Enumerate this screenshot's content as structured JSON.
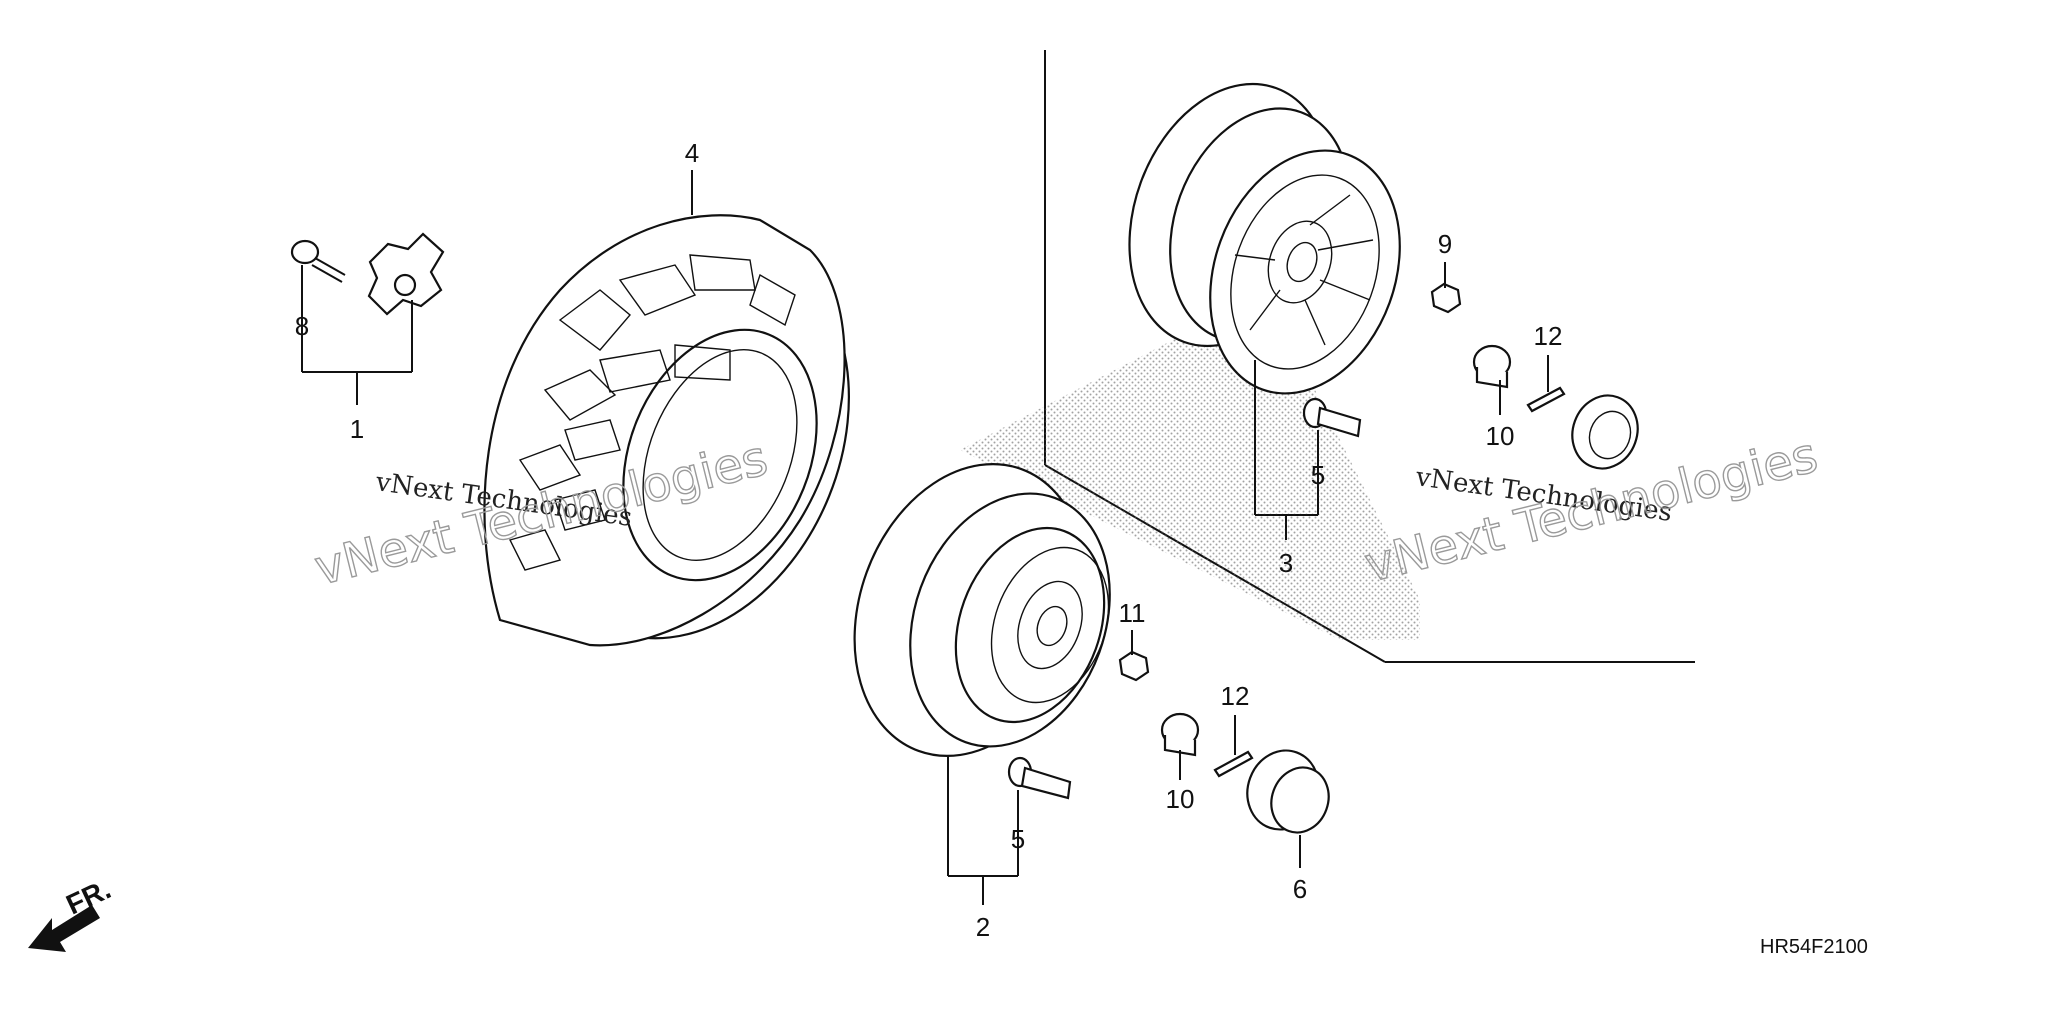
{
  "diagram": {
    "code": "HR54F2100",
    "front_label": "FR.",
    "watermark": "vNext Technologies",
    "callouts": {
      "c1": "1",
      "c2": "2",
      "c3": "3",
      "c4": "4",
      "c5a": "5",
      "c5b": "5",
      "c6": "6",
      "c8": "8",
      "c9": "9",
      "c10a": "10",
      "c10b": "10",
      "c11": "11",
      "c12a": "12",
      "c12b": "12"
    }
  }
}
